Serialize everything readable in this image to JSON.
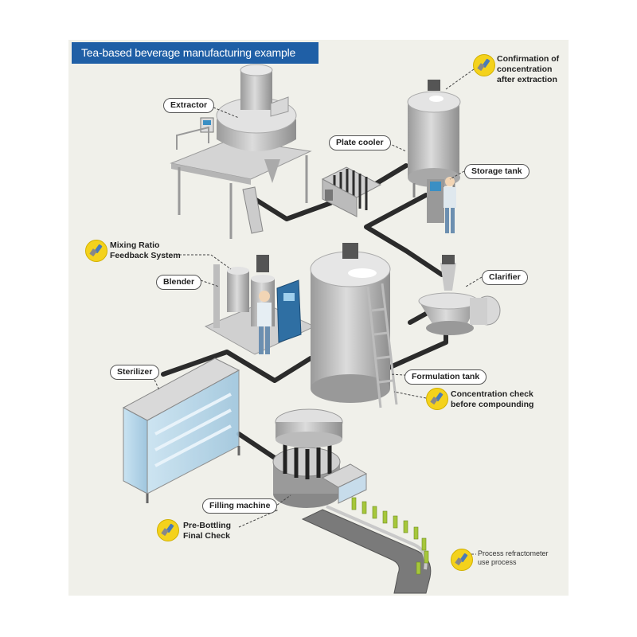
{
  "title": "Tea-based beverage manufacturing example",
  "labels": {
    "extractor": "Extractor",
    "plate_cooler": "Plate cooler",
    "storage_tank": "Storage tank",
    "clarifier": "Clarifier",
    "blender": "Blender",
    "sterilizer": "Sterilizer",
    "formulation_tank": "Formulation tank",
    "filling_machine": "Filling machine"
  },
  "notes": {
    "confirmation_1": "Confirmation of",
    "confirmation_2": "concentration",
    "confirmation_3": "after extraction",
    "mixing_1": "Mixing Ratio",
    "mixing_2": "Feedback System",
    "concentration_1": "Concentration check",
    "concentration_2": "before compounding",
    "prebottling_1": "Pre-Bottling",
    "prebottling_2": "Final Check"
  },
  "legend": {
    "line1": "Process refractometer",
    "line2": "use process"
  },
  "icon": "refractometer-icon",
  "colors": {
    "title_bg": "#1f5fa6",
    "panel_bg": "#f0f0ea",
    "icon_yellow": "#f4d21c",
    "pipe": "#2b2b2b"
  }
}
